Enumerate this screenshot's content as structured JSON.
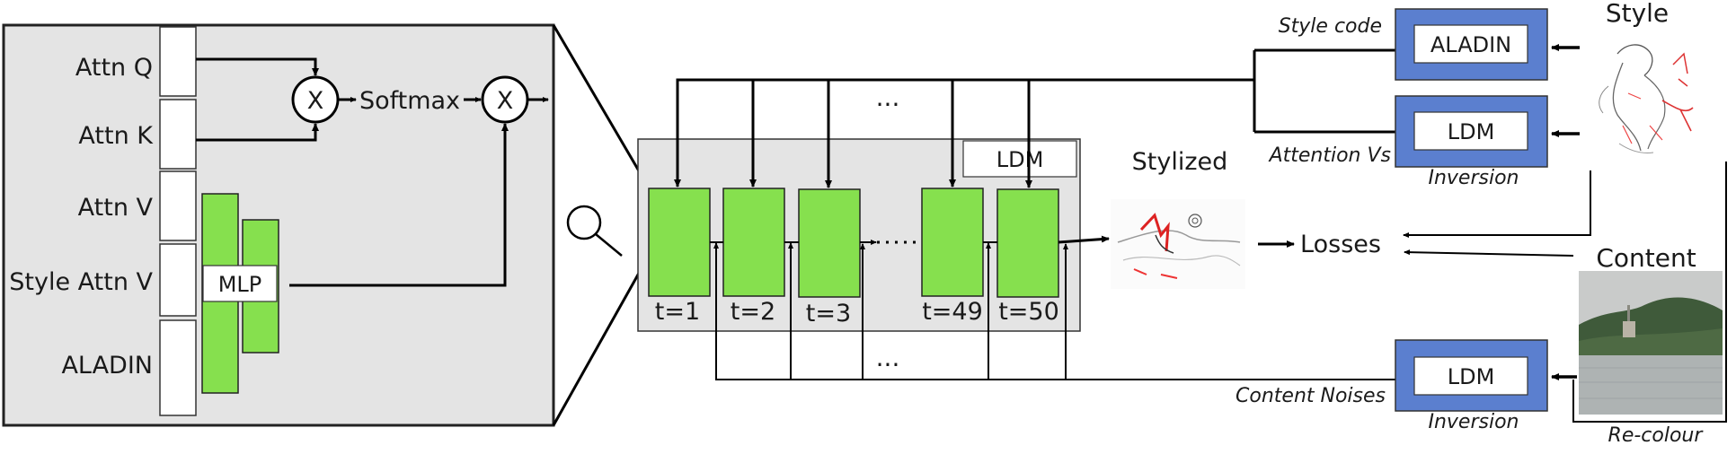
{
  "detail": {
    "rows": [
      "Attn Q",
      "Attn K",
      "Attn V",
      "Style Attn V",
      "ALADIN"
    ],
    "mult": "X",
    "softmax": "Softmax",
    "mlp": "MLP"
  },
  "unet": {
    "steps": [
      "t=1",
      "t=2",
      "t=3",
      "t=49",
      "t=50"
    ],
    "ldm": "LDM",
    "ellipsis": "..."
  },
  "style_branch": {
    "title": "Style",
    "aladin": "ALADIN",
    "ldm": "LDM",
    "style_code": "Style code",
    "attention_vs": "Attention Vs",
    "inversion": "Inversion"
  },
  "content_branch": {
    "title": "Content",
    "ldm": "LDM",
    "content_noises": "Content Noises",
    "inversion": "Inversion",
    "recolour": "Re-colour"
  },
  "output": {
    "stylized": "Stylized",
    "losses": "Losses"
  },
  "colors": {
    "panel_gray": "#e4e4e4",
    "green": "#86e04e",
    "blue": "#5b7fcf"
  },
  "icons": [
    "magnifier-icon",
    "style-sketch-image",
    "content-photo-image",
    "stylized-output-image"
  ]
}
